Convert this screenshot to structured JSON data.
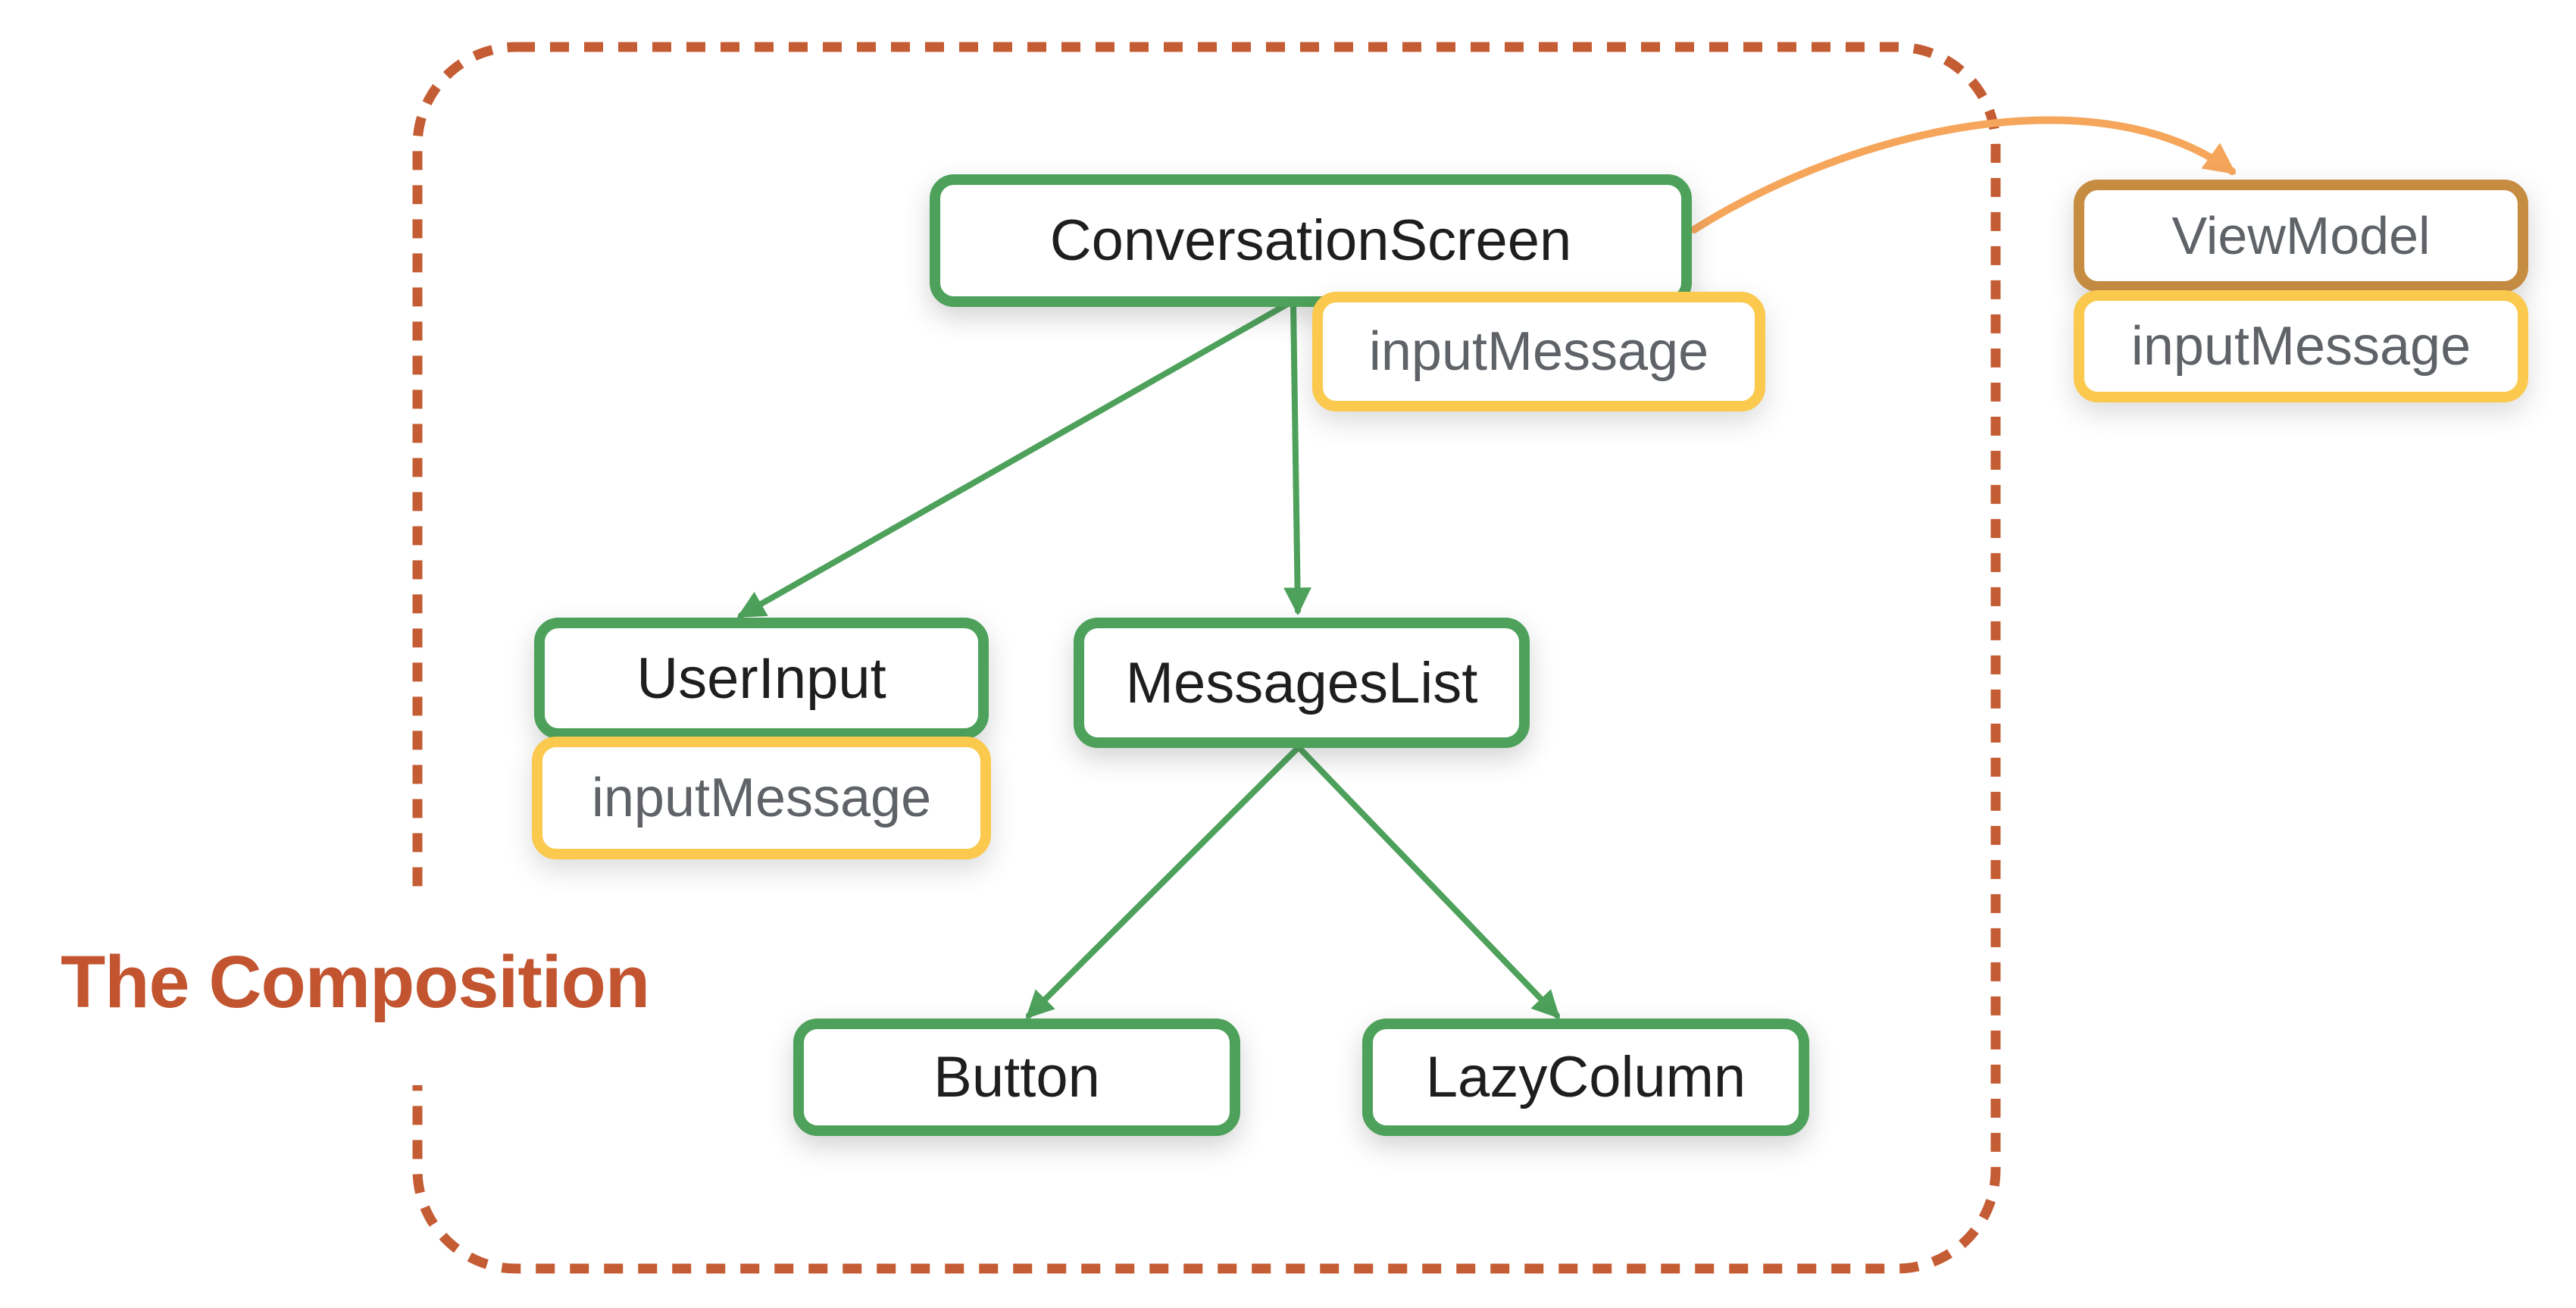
{
  "title": {
    "text": "The Composition"
  },
  "nodes": {
    "conversation_screen": {
      "label": "ConversationScreen"
    },
    "user_input": {
      "label": "UserInput"
    },
    "messages_list": {
      "label": "MessagesList"
    },
    "button": {
      "label": "Button"
    },
    "lazy_column": {
      "label": "LazyColumn"
    },
    "view_model": {
      "label": "ViewModel"
    }
  },
  "badges": {
    "conversation_screen_state": {
      "label": "inputMessage"
    },
    "user_input_state": {
      "label": "inputMessage"
    },
    "view_model_state": {
      "label": "inputMessage"
    }
  },
  "edges": [
    {
      "from": "ConversationScreen",
      "to": "UserInput",
      "style": "green-arrow"
    },
    {
      "from": "ConversationScreen",
      "to": "MessagesList",
      "style": "green-arrow"
    },
    {
      "from": "MessagesList",
      "to": "Button",
      "style": "green-arrow"
    },
    {
      "from": "MessagesList",
      "to": "LazyColumn",
      "style": "green-arrow"
    },
    {
      "from": "ConversationScreen",
      "to": "ViewModel",
      "style": "orange-curved-arrow"
    }
  ],
  "colors": {
    "node_border_green": "#4DA15B",
    "badge_border_yellow": "#FAC94D",
    "viewmodel_border_brown": "#C68C42",
    "boundary_dash": "#C45C34",
    "title_text": "#C2552F",
    "edge_green": "#4DA15B",
    "edge_orange": "#F5A65B",
    "node_text": "#1E1E1E",
    "badge_text": "#5F6368",
    "background": "#FFFFFF"
  }
}
